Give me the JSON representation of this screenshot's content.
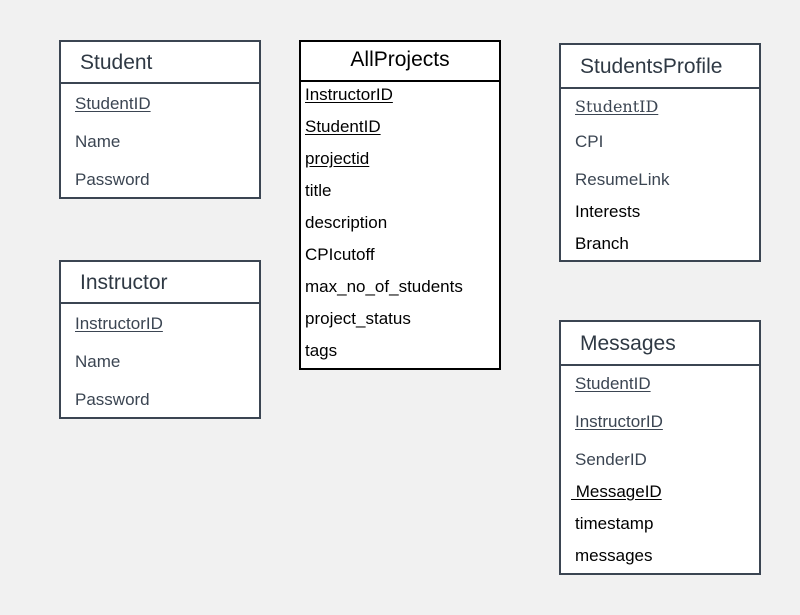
{
  "entities": {
    "student": {
      "title": "Student",
      "attrs": [
        "StudentID",
        "Name",
        "Password"
      ]
    },
    "instructor": {
      "title": "Instructor",
      "attrs": [
        "InstructorID",
        "Name",
        "Password"
      ]
    },
    "all_projects": {
      "title": "AllProjects",
      "attrs": [
        "InstructorID",
        "StudentID",
        "projectid",
        "title",
        "description",
        "CPIcutoff",
        "max_no_of_students",
        "project_status",
        "tags"
      ]
    },
    "students_profile": {
      "title": "StudentsProfile",
      "attrs": [
        "StudentID",
        "CPI",
        "ResumeLink",
        "Interests",
        "Branch"
      ]
    },
    "messages": {
      "title": "Messages",
      "attrs": [
        "StudentID",
        "InstructorID",
        "SenderID",
        " MessageID",
        "timestamp",
        "messages"
      ]
    }
  }
}
